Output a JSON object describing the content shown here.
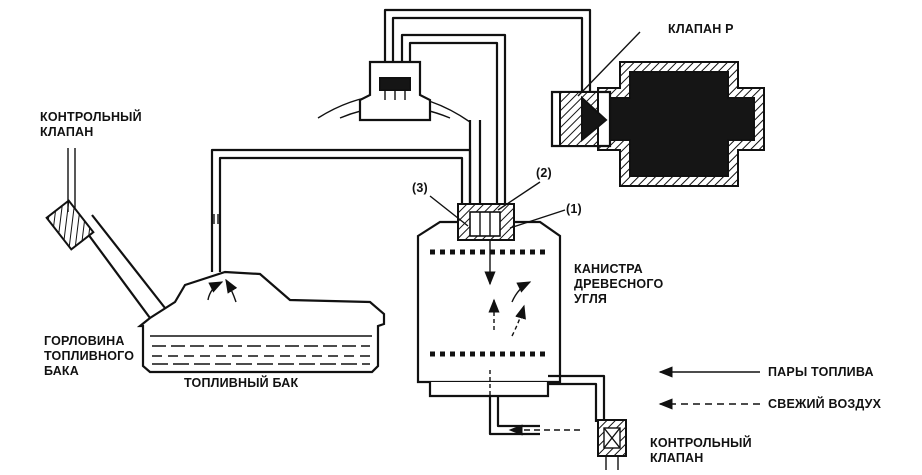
{
  "labels": {
    "control_valve_top": "КОНТРОЛЬНЫЙ\nКЛАПАН",
    "valve_p": "КЛАПАН Р",
    "num_1": "(1)",
    "num_2": "(2)",
    "num_3": "(3)",
    "canister": "КАНИСТРА\nДРЕВЕСНОГО\nУГЛЯ",
    "filler_neck": "ГОРЛОВИНА\nТОПЛИВНОГО\nБАКА",
    "fuel_tank": "ТОПЛИВНЫЙ БАК",
    "control_valve_bottom": "КОНТРОЛЬНЫЙ\nКЛАПАН"
  },
  "legend": {
    "fuel_vapor": "ПАРЫ ТОПЛИВА",
    "fresh_air": "СВЕЖИЙ ВОЗДУХ"
  }
}
